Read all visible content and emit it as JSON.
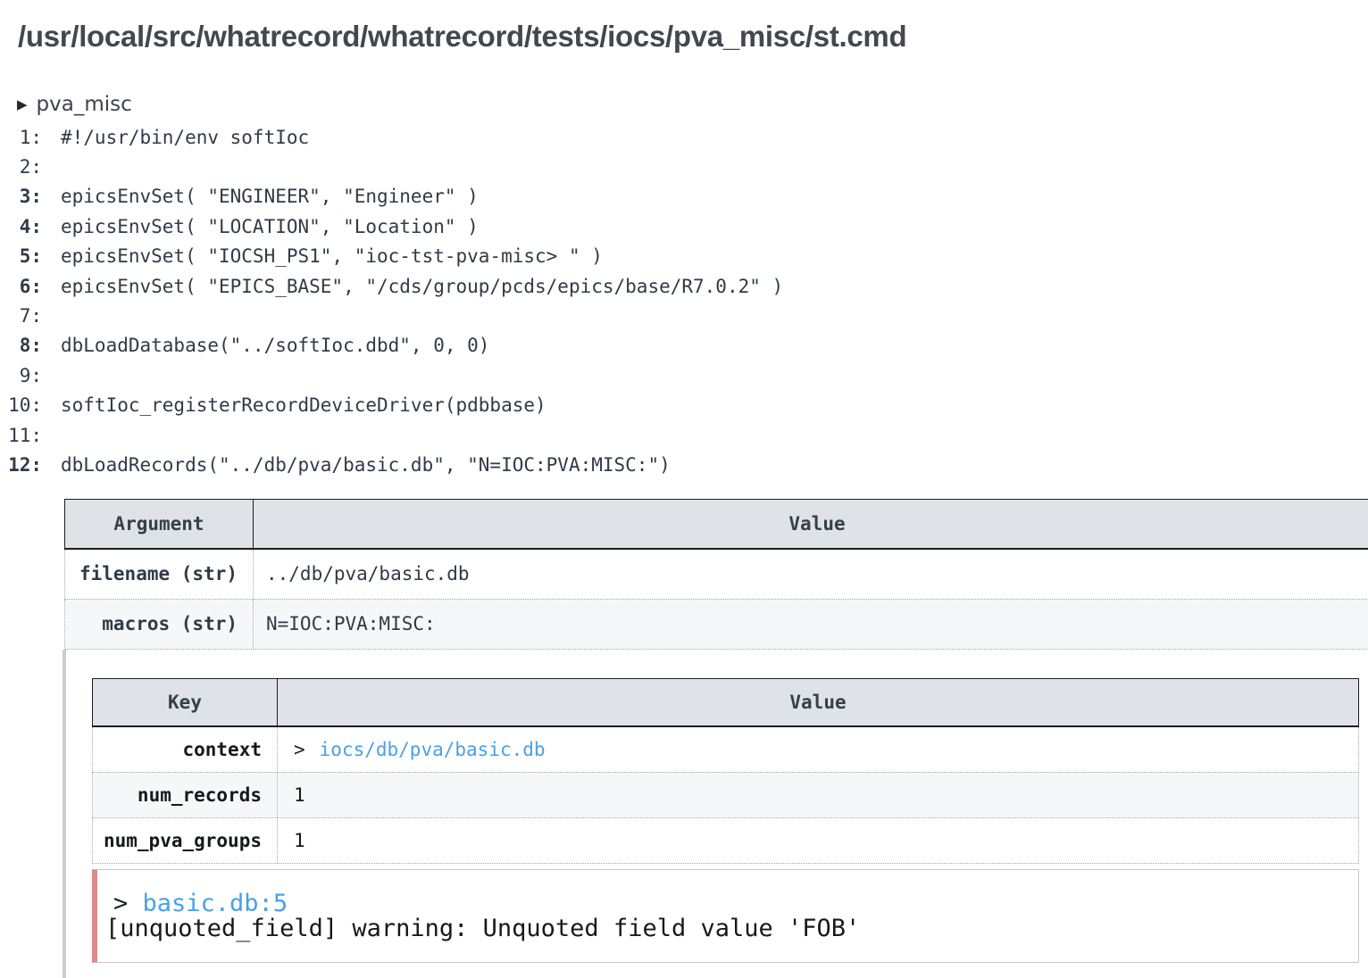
{
  "page": {
    "title": "/usr/local/src/whatrecord/whatrecord/tests/iocs/pva_misc/st.cmd"
  },
  "icons": {
    "expander_collapsed": "▶"
  },
  "script": {
    "name": "pva_misc",
    "lines": [
      {
        "num": "1:",
        "text": "#!/usr/bin/env softIoc"
      },
      {
        "num": "2:",
        "text": ""
      },
      {
        "num": "3:",
        "text": "epicsEnvSet( \"ENGINEER\", \"Engineer\" )"
      },
      {
        "num": "4:",
        "text": "epicsEnvSet( \"LOCATION\", \"Location\" )"
      },
      {
        "num": "5:",
        "text": "epicsEnvSet( \"IOCSH_PS1\", \"ioc-tst-pva-misc> \" )"
      },
      {
        "num": "6:",
        "text": "epicsEnvSet( \"EPICS_BASE\", \"/cds/group/pcds/epics/base/R7.0.2\" )"
      },
      {
        "num": "7:",
        "text": ""
      },
      {
        "num": "8:",
        "text": "dbLoadDatabase(\"../softIoc.dbd\", 0, 0)"
      },
      {
        "num": "9:",
        "text": ""
      },
      {
        "num": "10:",
        "text": "softIoc_registerRecordDeviceDriver(pdbbase)"
      },
      {
        "num": "11:",
        "text": ""
      },
      {
        "num": "12:",
        "text": "dbLoadRecords(\"../db/pva/basic.db\", \"N=IOC:PVA:MISC:\")"
      }
    ]
  },
  "argument_table": {
    "headers": [
      "Argument",
      "Value"
    ],
    "rows": [
      {
        "name": "filename (str)",
        "value": "../db/pva/basic.db"
      },
      {
        "name": "macros (str)",
        "value": "N=IOC:PVA:MISC:"
      }
    ]
  },
  "detail_table": {
    "headers": [
      "Key",
      "Value"
    ],
    "rows": [
      {
        "key": "context",
        "prefix": ">",
        "link": "iocs/db/pva/basic.db"
      },
      {
        "key": "num_records",
        "value": "1"
      },
      {
        "key": "num_pva_groups",
        "value": "1"
      }
    ]
  },
  "warning": {
    "prefix": "> ",
    "link": "basic.db:5",
    "message": "[unquoted_field] warning: Unquoted field value 'FOB'"
  },
  "colors": {
    "text": "#2c3e50",
    "link": "#4aa0e8",
    "warning_border": "#d98c8c",
    "header_bg": "#dfe2e6",
    "zebra_row_bg": "#f6f7f9"
  }
}
